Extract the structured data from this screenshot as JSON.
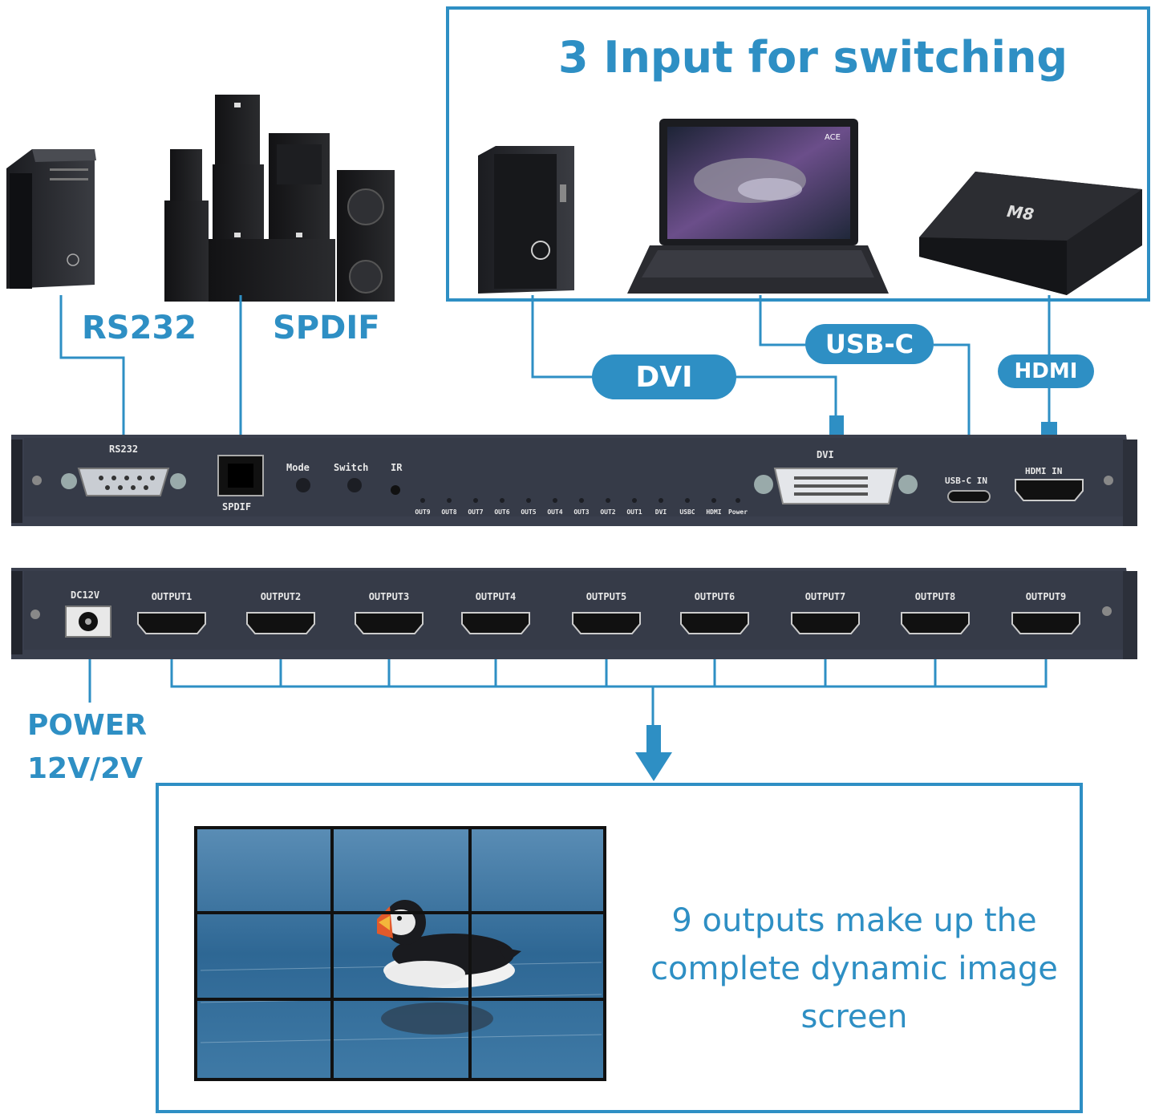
{
  "top_box": {
    "title": "3 Input for switching"
  },
  "left_labels": {
    "rs232": "RS232",
    "spdif": "SPDIF"
  },
  "input_pills": {
    "dvi": "DVI",
    "usbc": "USB-C",
    "hdmi": "HDMI"
  },
  "front_panel": {
    "rs232_label": "RS232",
    "spdif_label": "SPDIF",
    "mode_label": "Mode",
    "switch_label": "Switch",
    "ir_label": "IR",
    "dvi_label": "DVI",
    "usbc_label": "USB-C IN",
    "hdmi_label": "HDMI IN",
    "leds": [
      "OUT9",
      "OUT8",
      "OUT7",
      "OUT6",
      "OUT5",
      "OUT4",
      "OUT3",
      "OUT2",
      "OUT1",
      "DVI",
      "USBC",
      "HDMI",
      "Power"
    ]
  },
  "rear_panel": {
    "dc_label": "DC12V",
    "outputs": [
      "OUTPUT1",
      "OUTPUT2",
      "OUTPUT3",
      "OUTPUT4",
      "OUTPUT5",
      "OUTPUT6",
      "OUTPUT7",
      "OUTPUT8",
      "OUTPUT9"
    ]
  },
  "power_label": {
    "line1": "POWER",
    "line2": "12V/2V"
  },
  "bottom_box": {
    "caption_line1": "9 outputs make up the",
    "caption_line2": "complete dynamic image",
    "caption_line3": "screen"
  },
  "laptop_screen_logo": "ACE",
  "tv_box_logo": "M8",
  "colors": {
    "accent": "#2e8fc4",
    "panel": "#3a3f4d",
    "water": "#4d7fa8"
  }
}
